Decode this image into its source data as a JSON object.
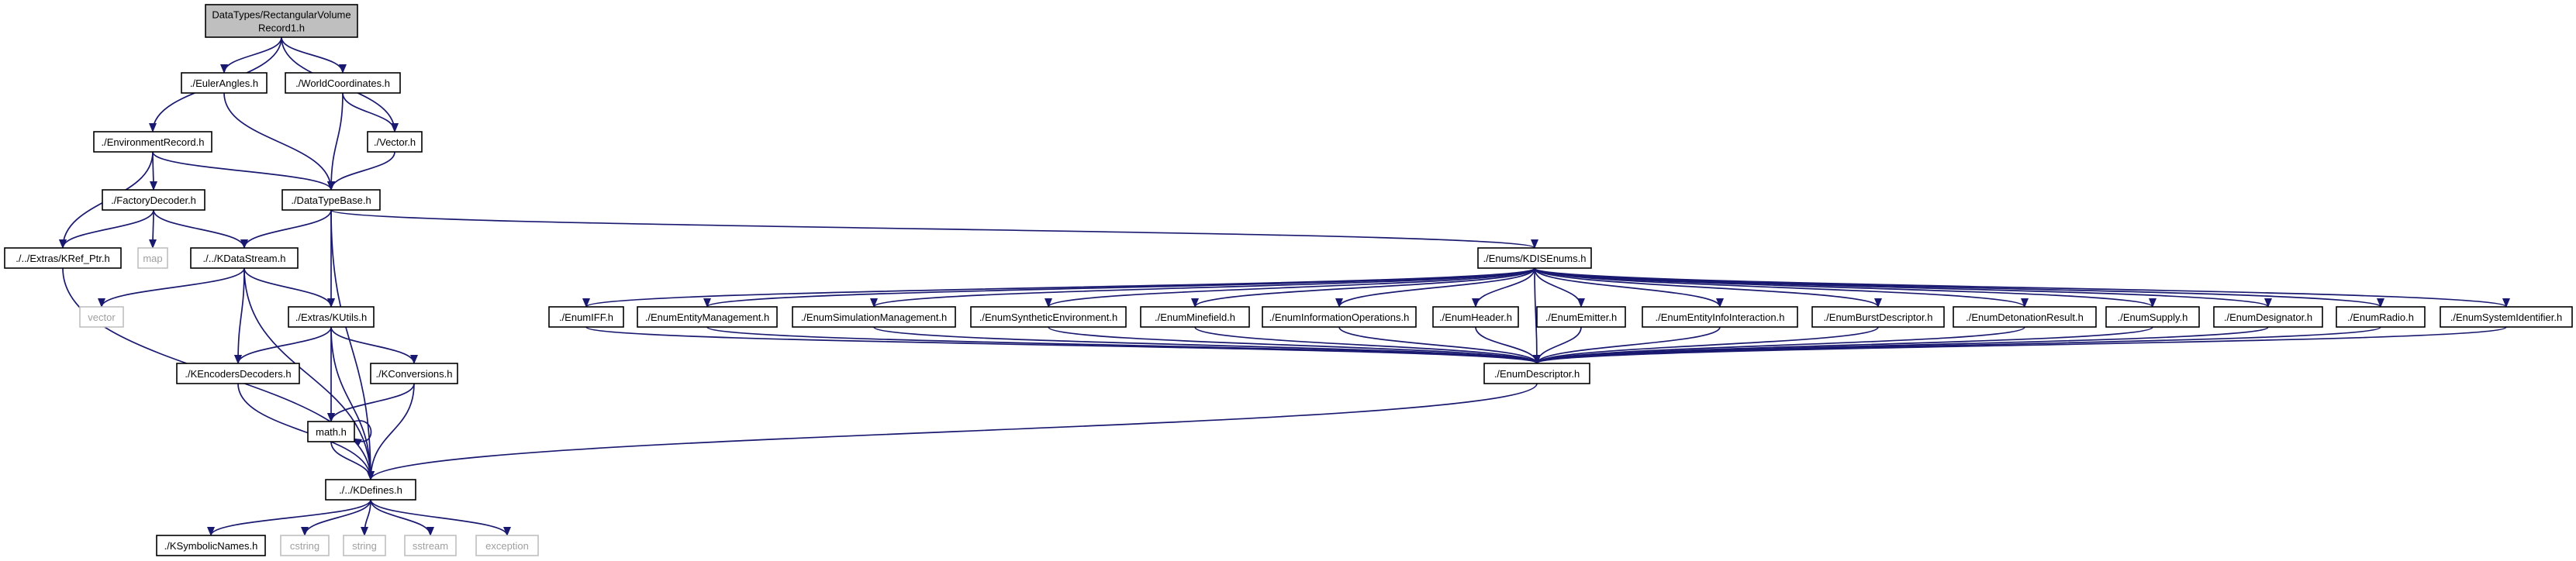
{
  "colors": {
    "edge": "#191970",
    "node_border": "#000000",
    "node_fill": "#ffffff",
    "root_fill": "#bfbfbf",
    "system_border": "#bfbfbf",
    "system_text": "#9f9f9f",
    "text": "#000000"
  },
  "graph": {
    "nodes": [
      {
        "id": "root",
        "lines": [
          "DataTypes/RectangularVolume",
          "Record1.h"
        ],
        "kind": "root"
      },
      {
        "id": "euler",
        "lines": [
          "./EulerAngles.h"
        ],
        "kind": "normal"
      },
      {
        "id": "world",
        "lines": [
          "./WorldCoordinates.h"
        ],
        "kind": "normal"
      },
      {
        "id": "env",
        "lines": [
          "./EnvironmentRecord.h"
        ],
        "kind": "normal"
      },
      {
        "id": "vector_h",
        "lines": [
          "./Vector.h"
        ],
        "kind": "normal"
      },
      {
        "id": "factory",
        "lines": [
          "./FactoryDecoder.h"
        ],
        "kind": "normal"
      },
      {
        "id": "dtb",
        "lines": [
          "./DataTypeBase.h"
        ],
        "kind": "normal"
      },
      {
        "id": "refptr",
        "lines": [
          "./../Extras/KRef_Ptr.h"
        ],
        "kind": "normal"
      },
      {
        "id": "map",
        "lines": [
          "map"
        ],
        "kind": "system"
      },
      {
        "id": "kdatastream",
        "lines": [
          "./../KDataStream.h"
        ],
        "kind": "normal"
      },
      {
        "id": "vector",
        "lines": [
          "vector"
        ],
        "kind": "system"
      },
      {
        "id": "kutils",
        "lines": [
          "./Extras/KUtils.h"
        ],
        "kind": "normal"
      },
      {
        "id": "encoders",
        "lines": [
          "./KEncodersDecoders.h"
        ],
        "kind": "normal"
      },
      {
        "id": "kconv",
        "lines": [
          "./KConversions.h"
        ],
        "kind": "normal"
      },
      {
        "id": "math",
        "lines": [
          "math.h"
        ],
        "kind": "normal"
      },
      {
        "id": "kdefines",
        "lines": [
          "./../KDefines.h"
        ],
        "kind": "normal"
      },
      {
        "id": "ksym",
        "lines": [
          "./KSymbolicNames.h"
        ],
        "kind": "normal"
      },
      {
        "id": "cstring",
        "lines": [
          "cstring"
        ],
        "kind": "system"
      },
      {
        "id": "string",
        "lines": [
          "string"
        ],
        "kind": "system"
      },
      {
        "id": "sstream",
        "lines": [
          "sstream"
        ],
        "kind": "system"
      },
      {
        "id": "exception",
        "lines": [
          "exception"
        ],
        "kind": "system"
      },
      {
        "id": "kdisenums",
        "lines": [
          "./Enums/KDISEnums.h"
        ],
        "kind": "normal"
      },
      {
        "id": "enumiff",
        "lines": [
          "./EnumIFF.h"
        ],
        "kind": "normal"
      },
      {
        "id": "enumentmgmt",
        "lines": [
          "./EnumEntityManagement.h"
        ],
        "kind": "normal"
      },
      {
        "id": "enumsimmgmt",
        "lines": [
          "./EnumSimulationManagement.h"
        ],
        "kind": "normal"
      },
      {
        "id": "enumsynth",
        "lines": [
          "./EnumSyntheticEnvironment.h"
        ],
        "kind": "normal"
      },
      {
        "id": "enummine",
        "lines": [
          "./EnumMinefield.h"
        ],
        "kind": "normal"
      },
      {
        "id": "enuminfo",
        "lines": [
          "./EnumInformationOperations.h"
        ],
        "kind": "normal"
      },
      {
        "id": "enumheader",
        "lines": [
          "./EnumHeader.h"
        ],
        "kind": "normal"
      },
      {
        "id": "enumemitter",
        "lines": [
          "./EnumEmitter.h"
        ],
        "kind": "normal"
      },
      {
        "id": "enumentinfo",
        "lines": [
          "./EnumEntityInfoInteraction.h"
        ],
        "kind": "normal"
      },
      {
        "id": "enumburst",
        "lines": [
          "./EnumBurstDescriptor.h"
        ],
        "kind": "normal"
      },
      {
        "id": "enumdet",
        "lines": [
          "./EnumDetonationResult.h"
        ],
        "kind": "normal"
      },
      {
        "id": "enumsupply",
        "lines": [
          "./EnumSupply.h"
        ],
        "kind": "normal"
      },
      {
        "id": "enumdesig",
        "lines": [
          "./EnumDesignator.h"
        ],
        "kind": "normal"
      },
      {
        "id": "enumradio",
        "lines": [
          "./EnumRadio.h"
        ],
        "kind": "normal"
      },
      {
        "id": "enumsysid",
        "lines": [
          "./EnumSystemIdentifier.h"
        ],
        "kind": "normal"
      },
      {
        "id": "enumdesc",
        "lines": [
          "./EnumDescriptor.h"
        ],
        "kind": "normal"
      }
    ],
    "edges": [
      [
        "root",
        "env"
      ],
      [
        "root",
        "euler"
      ],
      [
        "root",
        "world"
      ],
      [
        "root",
        "vector_h"
      ],
      [
        "euler",
        "dtb"
      ],
      [
        "world",
        "dtb"
      ],
      [
        "world",
        "vector_h"
      ],
      [
        "vector_h",
        "dtb"
      ],
      [
        "env",
        "dtb"
      ],
      [
        "env",
        "factory"
      ],
      [
        "env",
        "refptr"
      ],
      [
        "factory",
        "refptr"
      ],
      [
        "factory",
        "map"
      ],
      [
        "factory",
        "kdatastream"
      ],
      [
        "dtb",
        "kdatastream"
      ],
      [
        "dtb",
        "kutils"
      ],
      [
        "dtb",
        "kdefines"
      ],
      [
        "dtb",
        "kdisenums"
      ],
      [
        "refptr",
        "kdefines"
      ],
      [
        "kdatastream",
        "vector"
      ],
      [
        "kdatastream",
        "kutils"
      ],
      [
        "kdatastream",
        "encoders"
      ],
      [
        "kdatastream",
        "kdefines"
      ],
      [
        "kutils",
        "encoders"
      ],
      [
        "kutils",
        "kconv"
      ],
      [
        "kutils",
        "math"
      ],
      [
        "kutils",
        "kdefines"
      ],
      [
        "encoders",
        "kdefines"
      ],
      [
        "kconv",
        "math"
      ],
      [
        "kconv",
        "kdefines"
      ],
      [
        "math",
        "math"
      ],
      [
        "math",
        "kdefines"
      ],
      [
        "kdefines",
        "ksym"
      ],
      [
        "kdefines",
        "cstring"
      ],
      [
        "kdefines",
        "string"
      ],
      [
        "kdefines",
        "sstream"
      ],
      [
        "kdefines",
        "exception"
      ],
      [
        "kdisenums",
        "enumiff"
      ],
      [
        "kdisenums",
        "enumentmgmt"
      ],
      [
        "kdisenums",
        "enumsimmgmt"
      ],
      [
        "kdisenums",
        "enumsynth"
      ],
      [
        "kdisenums",
        "enummine"
      ],
      [
        "kdisenums",
        "enuminfo"
      ],
      [
        "kdisenums",
        "enumheader"
      ],
      [
        "kdisenums",
        "enumemitter"
      ],
      [
        "kdisenums",
        "enumentinfo"
      ],
      [
        "kdisenums",
        "enumburst"
      ],
      [
        "kdisenums",
        "enumdet"
      ],
      [
        "kdisenums",
        "enumsupply"
      ],
      [
        "kdisenums",
        "enumdesig"
      ],
      [
        "kdisenums",
        "enumradio"
      ],
      [
        "kdisenums",
        "enumsysid"
      ],
      [
        "kdisenums",
        "enumdesc"
      ],
      [
        "enumiff",
        "enumdesc"
      ],
      [
        "enumentmgmt",
        "enumdesc"
      ],
      [
        "enumsimmgmt",
        "enumdesc"
      ],
      [
        "enumsynth",
        "enumdesc"
      ],
      [
        "enummine",
        "enumdesc"
      ],
      [
        "enuminfo",
        "enumdesc"
      ],
      [
        "enumheader",
        "enumdesc"
      ],
      [
        "enumemitter",
        "enumdesc"
      ],
      [
        "enumentinfo",
        "enumdesc"
      ],
      [
        "enumburst",
        "enumdesc"
      ],
      [
        "enumdet",
        "enumdesc"
      ],
      [
        "enumsupply",
        "enumdesc"
      ],
      [
        "enumdesig",
        "enumdesc"
      ],
      [
        "enumradio",
        "enumdesc"
      ],
      [
        "enumsysid",
        "enumdesc"
      ],
      [
        "enumdesc",
        "kdefines"
      ]
    ]
  }
}
